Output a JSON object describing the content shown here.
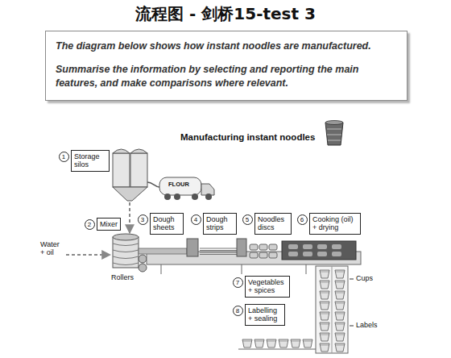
{
  "diagram": {
    "title": "流程图 - 剑桥15-test 3",
    "nodes": [
      {
        "text": [
          "The diagram below shows how instant noodles are manufactured.",
          "Summarise the information by selecting and reporting the main features, and make comparisons where relevant."
        ]
      },
      {
        "text": [
          "1"
        ]
      },
      {
        "text": [
          "Storage silos"
        ]
      },
      {
        "text": [
          "2"
        ]
      },
      {
        "text": [
          "Mixer"
        ]
      },
      {
        "text": [
          "3"
        ]
      },
      {
        "text": [
          "Dough sheets"
        ]
      },
      {
        "text": [
          "4"
        ]
      },
      {
        "text": [
          "Dough strips"
        ]
      },
      {
        "text": [
          "5"
        ]
      },
      {
        "text": [
          "Noodles discs"
        ]
      },
      {
        "text": [
          "6"
        ]
      },
      {
        "text": [
          "Cooking (oil) + drying"
        ]
      },
      {
        "text": [
          "7"
        ]
      },
      {
        "text": [
          "Vegetables + spices"
        ]
      },
      {
        "text": [
          "8"
        ]
      },
      {
        "text": [
          "Labelling + sealing"
        ]
      }
    ],
    "labels": [
      "Manufacturing instant noodles",
      "FLOUR",
      "Water + oil",
      "Rollers",
      "Cups",
      "Labels"
    ]
  }
}
